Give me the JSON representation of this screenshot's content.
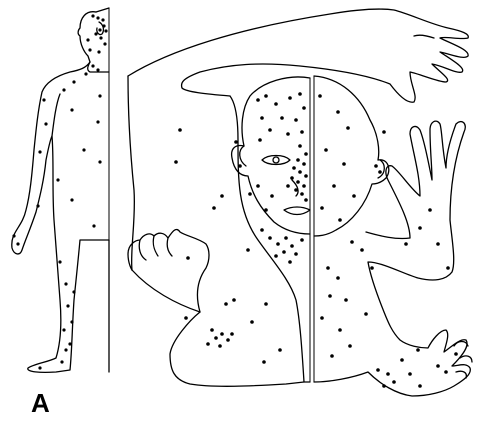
{
  "figure": {
    "panel_label": "A",
    "views": [
      {
        "name": "standing-body-side-view",
        "lesion_count_approx": 45
      },
      {
        "name": "face-and-limbs-spread-view",
        "lesion_count_approx": 150
      }
    ],
    "colors": {
      "outline": "#000000",
      "lesion": "#000000",
      "background": "#ffffff"
    }
  }
}
